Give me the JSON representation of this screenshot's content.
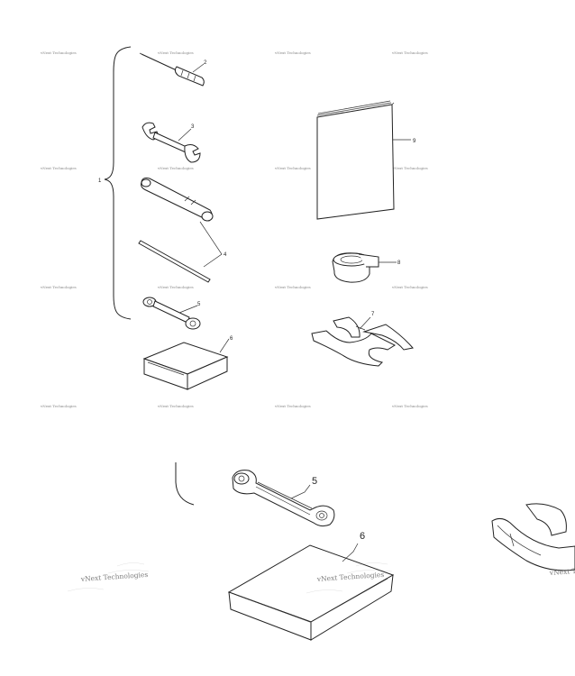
{
  "watermark": {
    "text": "vNext Technologies"
  },
  "callouts": {
    "c1": "1",
    "c2": "2",
    "c3": "3",
    "c4": "4",
    "c5": "5",
    "c6": "6",
    "c7": "7",
    "c8": "8",
    "c9": "9",
    "zoom_c5": "5",
    "zoom_c6": "6"
  }
}
